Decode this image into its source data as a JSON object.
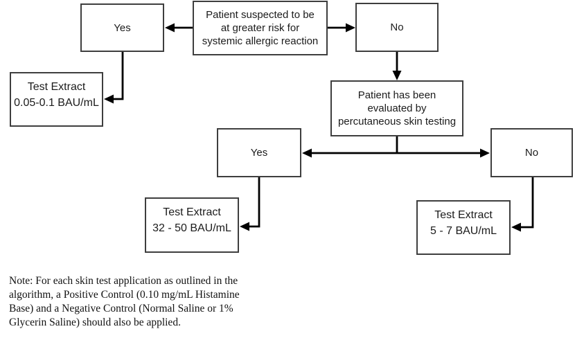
{
  "flowchart": {
    "q1": {
      "label": "Patient suspected to be\nat greater risk for\nsystemic allergic reaction"
    },
    "yes1": {
      "label": "Yes"
    },
    "no1": {
      "label": "No"
    },
    "result_low": {
      "label": "Test Extract\n0.05-0.1 BAU/mL"
    },
    "q2": {
      "label": "Patient has been\nevaluated by\npercutaneous skin testing"
    },
    "yes2": {
      "label": "Yes"
    },
    "no2": {
      "label": "No"
    },
    "result_mid": {
      "label": "Test Extract\n32 - 50 BAU/mL"
    },
    "result_high": {
      "label": "Test Extract\n5 - 7 BAU/mL"
    },
    "edges": [
      {
        "from": "q1",
        "to": "yes1"
      },
      {
        "from": "q1",
        "to": "no1"
      },
      {
        "from": "yes1",
        "to": "result_low"
      },
      {
        "from": "no1",
        "to": "q2"
      },
      {
        "from": "q2",
        "to": "yes2"
      },
      {
        "from": "q2",
        "to": "no2"
      },
      {
        "from": "yes2",
        "to": "result_mid"
      },
      {
        "from": "no2",
        "to": "result_high"
      }
    ],
    "colors": {
      "box_border": "#3e3e3e",
      "line": "#000000",
      "background": "#ffffff"
    }
  },
  "note": {
    "text": "Note: For each skin test application as outlined in the\nalgorithm, a Positive Control (0.10 mg/mL Histamine\nBase) and a Negative Control (Normal Saline or 1%\nGlycerin Saline) should also be applied."
  }
}
